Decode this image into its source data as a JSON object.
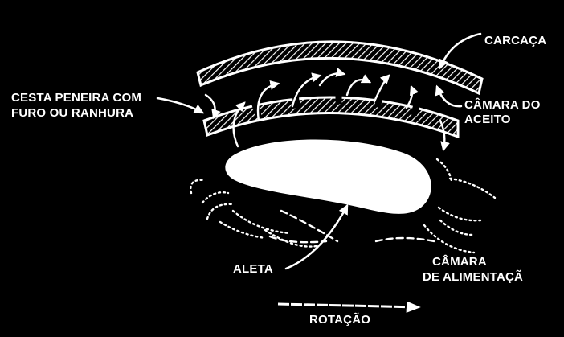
{
  "labels": {
    "carcaca": "CARCAÇA",
    "cesta_line1": "CESTA PENEIRA COM",
    "cesta_line2": "FURO OU RANHURA",
    "camara_aceito_line1": "CÂMARA DO",
    "camara_aceito_line2": "ACEITO",
    "aleta": "ALETA",
    "camara_alim_line1": "CÂMARA",
    "camara_alim_line2": "DE ALIMENTAÇÃ",
    "rotacao": "ROTAÇÃO"
  },
  "colors": {
    "background": "#000000",
    "foreground": "#ffffff"
  }
}
